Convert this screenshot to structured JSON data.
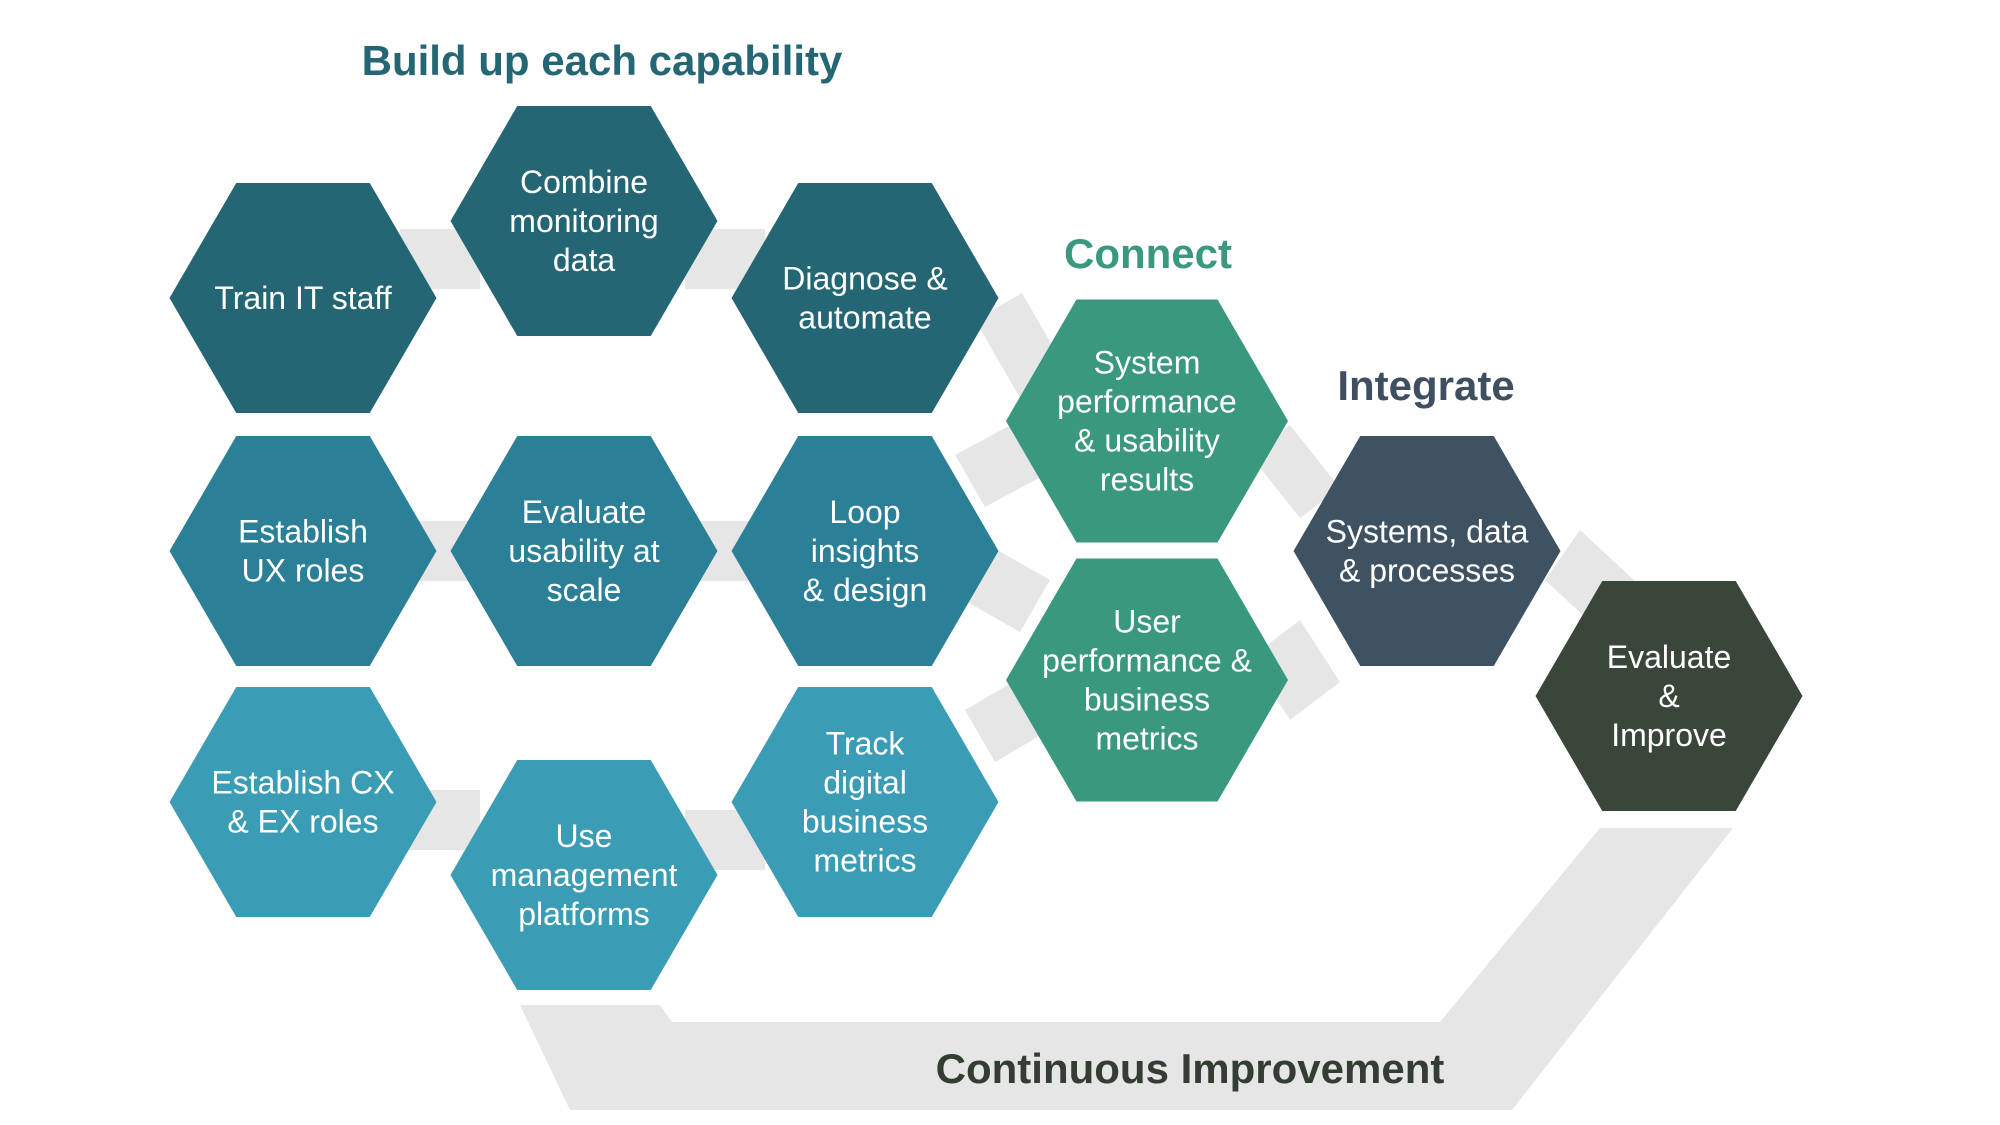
{
  "colors": {
    "build_row1": "#246674",
    "build_row2": "#2b7f97",
    "build_row3": "#3a9db5",
    "connect": "#3a987e",
    "integrate": "#3f5261",
    "evaluate": "#3a4639",
    "band": "#e6e6e6",
    "heading_build": "#246674",
    "heading_connect": "#3a987e",
    "heading_integrate": "#3f4f5f",
    "heading_continuous": "#333d33"
  },
  "headings": {
    "build": "Build up each capability",
    "connect": "Connect",
    "integrate": "Integrate",
    "continuous": "Continuous Improvement"
  },
  "hexagons": {
    "train_it": [
      "Train IT staff"
    ],
    "combine_monitoring": [
      "Combine",
      "monitoring",
      "data"
    ],
    "diagnose_automate": [
      "Diagnose &",
      "automate"
    ],
    "establish_ux": [
      "Establish",
      "UX roles"
    ],
    "evaluate_usability": [
      "Evaluate",
      "usability at",
      "scale"
    ],
    "loop_insights": [
      "Loop",
      "insights",
      "& design"
    ],
    "establish_cx": [
      "Establish CX",
      "& EX roles"
    ],
    "use_management": [
      "Use",
      "management",
      "platforms"
    ],
    "track_digital": [
      "Track",
      "digital",
      "business",
      "metrics"
    ],
    "system_performance": [
      "System",
      "performance",
      "& usability",
      "results"
    ],
    "user_performance": [
      "User",
      "performance &",
      "business",
      "metrics"
    ],
    "systems_data": [
      "Systems, data",
      "& processes"
    ],
    "evaluate_improve": [
      "Evaluate",
      "&",
      "Improve"
    ]
  }
}
